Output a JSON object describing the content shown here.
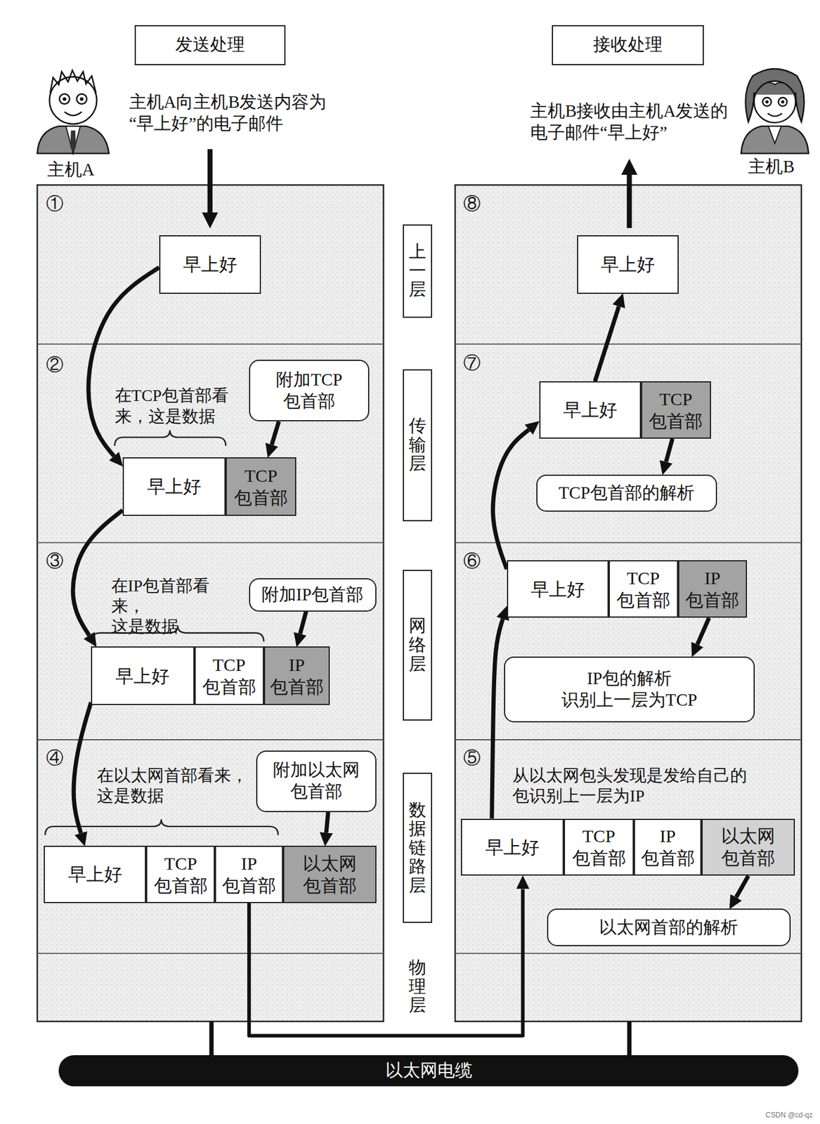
{
  "diagram": {
    "nodes": [
      {
        "text": [
          "发送处理"
        ]
      },
      {
        "text": [
          "接收处理"
        ]
      },
      {
        "text": [
          "早上好"
        ]
      },
      {
        "text": [
          "附加TCP 包首部"
        ]
      },
      {
        "text": [
          "早上好"
        ]
      },
      {
        "text": [
          "TCP 包首部"
        ]
      },
      {
        "text": [
          "附加IP包首部"
        ]
      },
      {
        "text": [
          "早上好"
        ]
      },
      {
        "text": [
          "TCP 包首部"
        ]
      },
      {
        "text": [
          "IP 包首部"
        ]
      },
      {
        "text": [
          "附加以太网 包首部"
        ]
      },
      {
        "text": [
          "早上好"
        ]
      },
      {
        "text": [
          "TCP 包首部"
        ]
      },
      {
        "text": [
          "IP 包首部"
        ]
      },
      {
        "text": [
          "以太网 包首部"
        ]
      },
      {
        "text": [
          "早上好"
        ]
      },
      {
        "text": [
          "早上好"
        ]
      },
      {
        "text": [
          "TCP 包首部"
        ]
      },
      {
        "text": [
          "TCP包首部的解析"
        ]
      },
      {
        "text": [
          "早上好"
        ]
      },
      {
        "text": [
          "TCP 包首部"
        ]
      },
      {
        "text": [
          "IP 包首部"
        ]
      },
      {
        "text": [
          "IP包的解析 识别上一层为TCP"
        ]
      },
      {
        "text": [
          "早上好"
        ]
      },
      {
        "text": [
          "TCP 包首部"
        ]
      },
      {
        "text": [
          "IP 包首部"
        ]
      },
      {
        "text": [
          "以太网 包首部"
        ]
      },
      {
        "text": [
          "以太网首部的解析"
        ]
      },
      {
        "text": [
          "以太网电缆"
        ]
      },
      {
        "text": [
          "上一层"
        ]
      },
      {
        "text": [
          "传输层"
        ]
      },
      {
        "text": [
          "网络层"
        ]
      },
      {
        "text": [
          "数据链路层"
        ]
      }
    ],
    "edges": [
      {
        "from": 2,
        "to": 4,
        "arrow": "to"
      },
      {
        "from": 3,
        "to": 5,
        "arrow": "to"
      },
      {
        "from": 4,
        "to": 7,
        "arrow": "to"
      },
      {
        "from": 6,
        "to": 9,
        "arrow": "to"
      },
      {
        "from": 7,
        "to": 11,
        "arrow": "to"
      },
      {
        "from": 10,
        "to": 14,
        "arrow": "to"
      },
      {
        "from": 13,
        "to": 23,
        "arrow": "to"
      },
      {
        "from": 26,
        "to": 27,
        "arrow": "to"
      },
      {
        "from": 23,
        "to": 19,
        "arrow": "to"
      },
      {
        "from": 21,
        "to": 22,
        "arrow": "to"
      },
      {
        "from": 19,
        "to": 16,
        "arrow": "to"
      },
      {
        "from": 17,
        "to": 18,
        "arrow": "to"
      },
      {
        "from": 16,
        "to": 15,
        "arrow": "to"
      }
    ],
    "labels": [
      "主机A向主机B发送内容为 “早上好”的电子邮件",
      "主机A",
      "主机B接收由主机A发送的 电子邮件“早上好”",
      "主机B",
      "①",
      "②",
      "③",
      "④",
      "⑧",
      "⑦",
      "⑥",
      "⑤",
      "在TCP包首部看 来，这是数据",
      "在IP包首部看 来，这是数据",
      "在以太网首部看来， 这是数据",
      "从以太网包头发现是发给自己的 包识别上一层为IP",
      "物理层",
      "CSDN @cd-qz"
    ]
  }
}
